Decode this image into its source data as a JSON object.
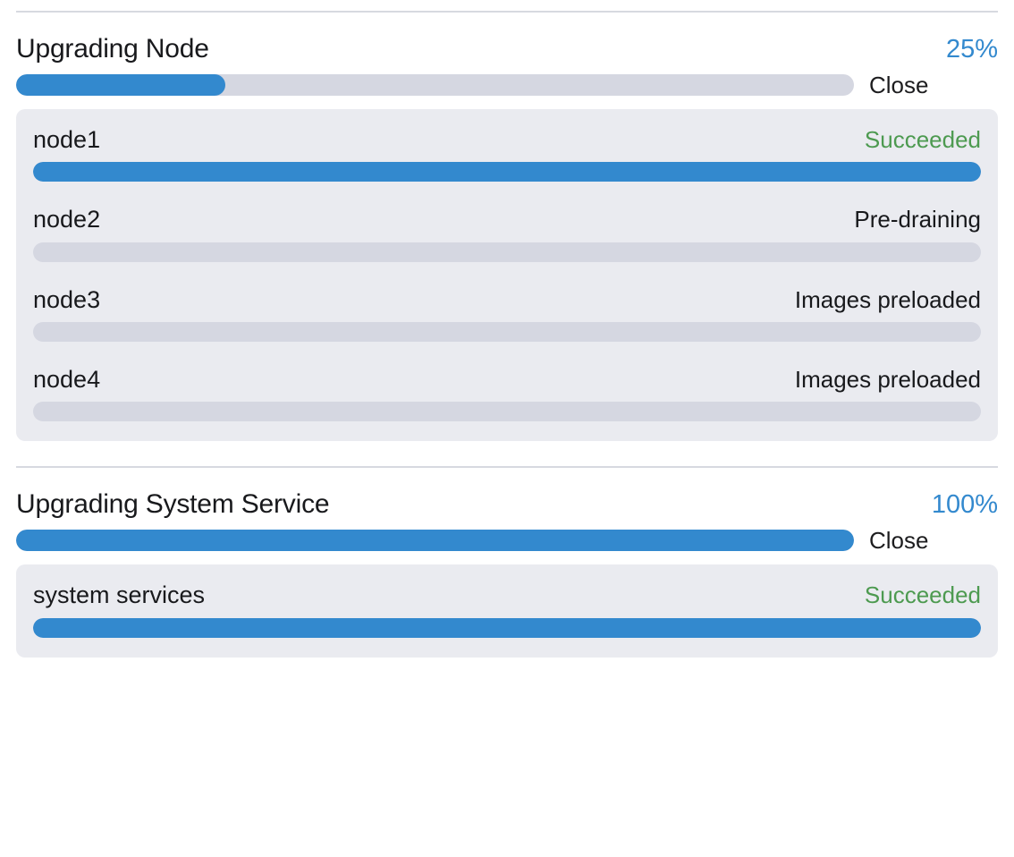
{
  "sections": [
    {
      "title": "Upgrading Node",
      "percent_label": "25%",
      "percent_value": 25,
      "close_label": "Close",
      "items": [
        {
          "name": "node1",
          "status": "Succeeded",
          "status_kind": "succeeded",
          "percent_value": 100
        },
        {
          "name": "node2",
          "status": "Pre-draining",
          "status_kind": "pending",
          "percent_value": 0
        },
        {
          "name": "node3",
          "status": "Images preloaded",
          "status_kind": "pending",
          "percent_value": 0
        },
        {
          "name": "node4",
          "status": "Images preloaded",
          "status_kind": "pending",
          "percent_value": 0
        }
      ]
    },
    {
      "title": "Upgrading System Service",
      "percent_label": "100%",
      "percent_value": 100,
      "close_label": "Close",
      "items": [
        {
          "name": "system services",
          "status": "Succeeded",
          "status_kind": "succeeded",
          "percent_value": 100
        }
      ]
    }
  ],
  "colors": {
    "accent": "#3389ce",
    "track": "#d5d7e1",
    "card_bg": "#eaebf0",
    "success": "#4d9a50",
    "divider": "#d7d9e0",
    "text": "#18191c"
  }
}
